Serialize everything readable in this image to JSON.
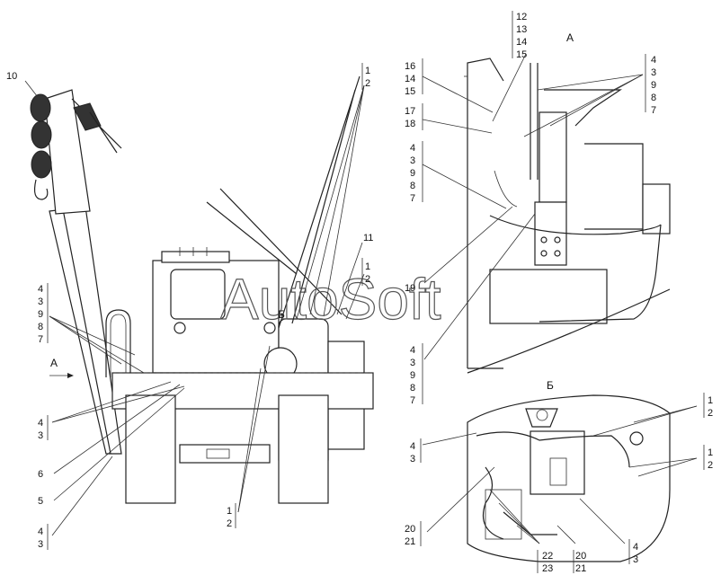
{
  "watermark": "AutoSoft",
  "view_labels": {
    "a": "А",
    "b": "Б",
    "arrow_a": "А",
    "callout_b": "Б"
  },
  "callouts": {
    "l10": "10",
    "l1_top": "1",
    "l2_top": "2",
    "l11": "11",
    "l1_mid": "1",
    "l2_mid": "2",
    "left_4": "4",
    "left_3": "3",
    "left_9": "9",
    "left_8": "8",
    "left_7": "7",
    "left2_4": "4",
    "left2_3": "3",
    "l6": "6",
    "l5": "5",
    "bot_4": "4",
    "bot_3": "3",
    "bot_1": "1",
    "bot_2": "2",
    "a_12": "12",
    "a_13": "13",
    "a_14": "14",
    "a_15": "15",
    "a_16": "16",
    "a_14b": "14",
    "a_15b": "15",
    "a_17": "17",
    "a_18": "18",
    "a_4": "4",
    "a_3": "3",
    "a_9": "9",
    "a_8": "8",
    "a_7": "7",
    "ar_4": "4",
    "ar_3": "3",
    "ar_9": "9",
    "ar_8": "8",
    "ar_7": "7",
    "a_19": "19",
    "am_4": "4",
    "am_3": "3",
    "am_9": "9",
    "am_8": "8",
    "am_7": "7",
    "b_1": "1",
    "b_2": "2",
    "b_4": "4",
    "b_3": "3",
    "b_1b": "1",
    "b_2b": "2",
    "b_20": "20",
    "b_21": "21",
    "b_22": "22",
    "b_23": "23",
    "b_20b": "20",
    "b_21b": "21",
    "b_4b": "4",
    "b_3b": "3"
  }
}
